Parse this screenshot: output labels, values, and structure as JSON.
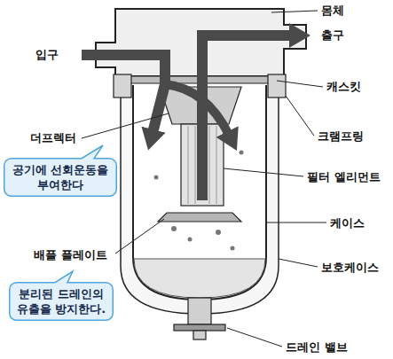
{
  "diagram": {
    "nodes": [
      {
        "text": [
          "공기에 선회운동을 부여한다"
        ]
      },
      {
        "text": [
          "분리된 드레인의 유출을 방지한다."
        ]
      }
    ],
    "labels": [
      "몸체",
      "입구",
      "출구",
      "캐스킷",
      "더프렉터",
      "크램프링",
      "필터 엘리먼트",
      "케이스",
      "배플 플레이트",
      "보호케이스",
      "드레인 밸브"
    ]
  }
}
